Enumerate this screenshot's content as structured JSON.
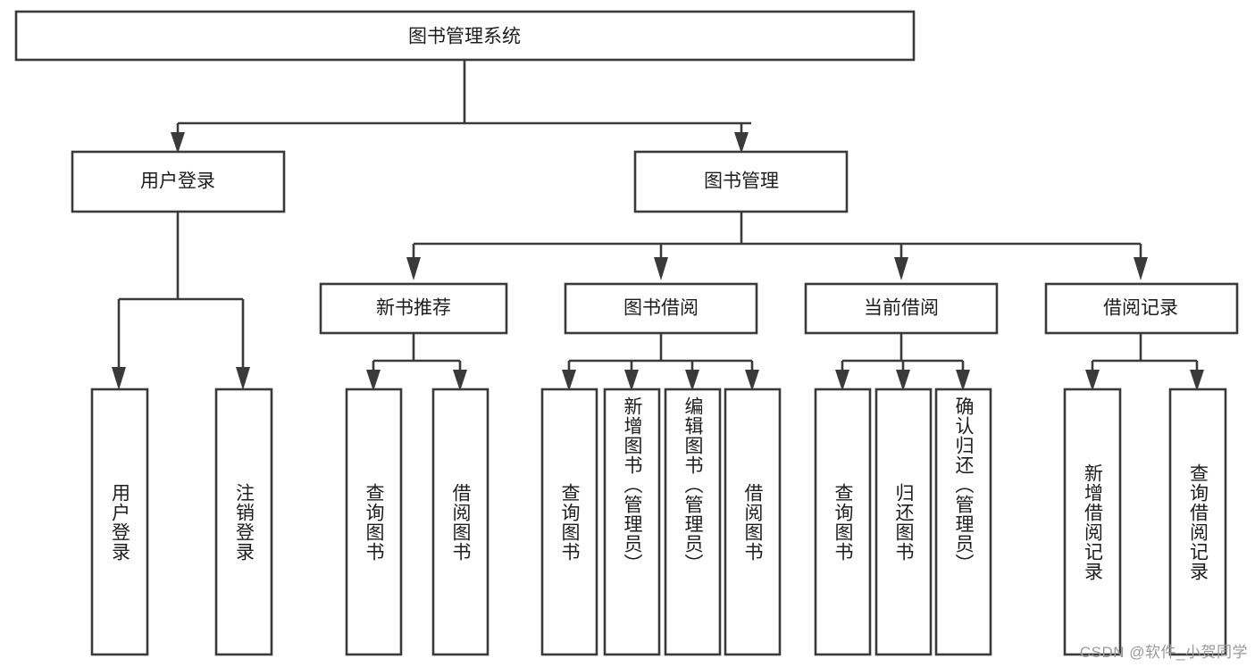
{
  "diagram": {
    "type": "tree-hierarchy",
    "title": "图书管理系统",
    "root": {
      "id": "root",
      "label": "图书管理系统",
      "orientation": "horizontal"
    },
    "level2": [
      {
        "id": "user-login",
        "label": "用户登录",
        "orientation": "horizontal"
      },
      {
        "id": "book-management",
        "label": "图书管理",
        "orientation": "horizontal"
      }
    ],
    "level3": [
      {
        "id": "new-book-recommend",
        "label": "新书推荐",
        "parent": "book-management",
        "orientation": "horizontal"
      },
      {
        "id": "book-borrow",
        "label": "图书借阅",
        "parent": "book-management",
        "orientation": "horizontal"
      },
      {
        "id": "current-borrow",
        "label": "当前借阅",
        "parent": "book-management",
        "orientation": "horizontal"
      },
      {
        "id": "borrow-record",
        "label": "借阅记录",
        "parent": "book-management",
        "orientation": "horizontal"
      }
    ],
    "leaves": [
      {
        "id": "leaf-user-login",
        "label": "用户登录",
        "parent": "user-login",
        "orientation": "vertical"
      },
      {
        "id": "leaf-user-logout",
        "label": "注销登录",
        "parent": "user-login",
        "orientation": "vertical"
      },
      {
        "id": "leaf-query-book-1",
        "label": "查询图书",
        "parent": "new-book-recommend",
        "orientation": "vertical"
      },
      {
        "id": "leaf-borrow-book-1",
        "label": "借阅图书",
        "parent": "new-book-recommend",
        "orientation": "vertical"
      },
      {
        "id": "leaf-query-book-2",
        "label": "查询图书",
        "parent": "book-borrow",
        "orientation": "vertical"
      },
      {
        "id": "leaf-add-book",
        "label": "新增图书（管理员）",
        "parent": "book-borrow",
        "orientation": "vertical"
      },
      {
        "id": "leaf-edit-book",
        "label": "编辑图书（管理员）",
        "parent": "book-borrow",
        "orientation": "vertical"
      },
      {
        "id": "leaf-borrow-book-2",
        "label": "借阅图书",
        "parent": "book-borrow",
        "orientation": "vertical"
      },
      {
        "id": "leaf-query-book-3",
        "label": "查询图书",
        "parent": "current-borrow",
        "orientation": "vertical"
      },
      {
        "id": "leaf-return-book",
        "label": "归还图书",
        "parent": "current-borrow",
        "orientation": "vertical"
      },
      {
        "id": "leaf-confirm-return",
        "label": "确认归还（管理员）",
        "parent": "current-borrow",
        "orientation": "vertical"
      },
      {
        "id": "leaf-add-record",
        "label": "新增借阅记录",
        "parent": "borrow-record",
        "orientation": "vertical"
      },
      {
        "id": "leaf-query-record",
        "label": "查询借阅记录",
        "parent": "borrow-record",
        "orientation": "vertical"
      }
    ],
    "colors": {
      "box_stroke": "#3a3a3a",
      "box_fill": "#ffffff",
      "text": "#1d1d1d",
      "background": "#ffffff",
      "watermark": "#9a9a9a"
    }
  },
  "watermark": {
    "text": "CSDN @软件_小贺同学"
  }
}
